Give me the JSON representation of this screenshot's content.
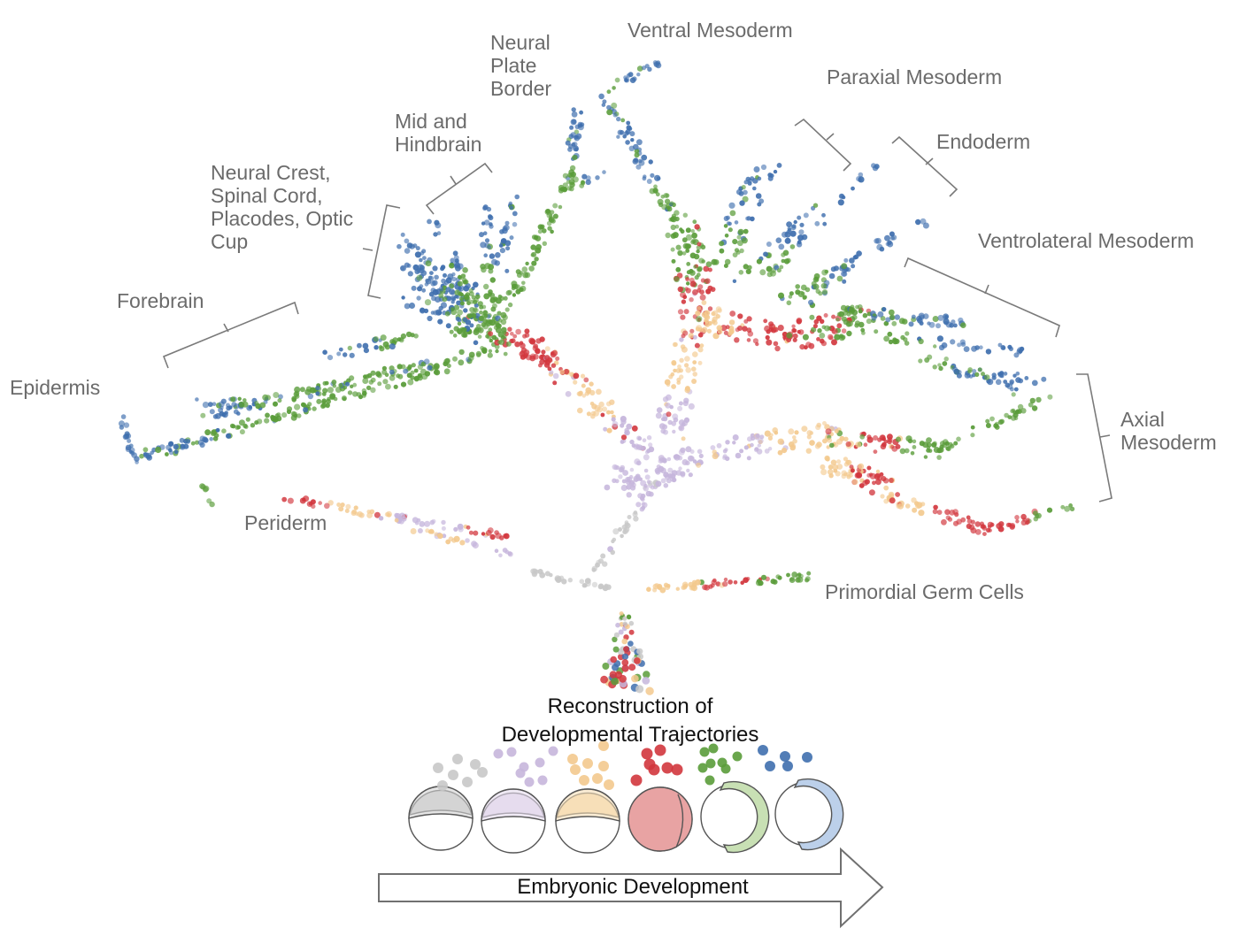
{
  "labels": {
    "ventral_mesoderm": "Ventral Mesoderm",
    "neural_plate_border": "Neural\nPlate\nBorder",
    "paraxial_mesoderm": "Paraxial Mesoderm",
    "mid_hindbrain": "Mid and\nHindbrain",
    "endoderm": "Endoderm",
    "neural_crest": "Neural Crest,\nSpinal Cord,\nPlacodes, Optic\nCup",
    "ventrolateral_mesoderm": "Ventrolateral Mesoderm",
    "forebrain": "Forebrain",
    "epidermis": "Epidermis",
    "axial_mesoderm": "Axial\nMesoderm",
    "periderm": "Periderm",
    "primordial_germ_cells": "Primordial Germ Cells",
    "reconstruction": "Reconstruction of\nDevelopmental Trajectories",
    "embryonic_development": "Embryonic Development"
  },
  "colors": {
    "stage1_gray": "#c8c8c8",
    "stage2_lavender": "#c6b6dc",
    "stage3_peach": "#f3c98e",
    "stage4_red": "#d2363d",
    "stage5_green": "#5a9c3a",
    "stage6_blue": "#3f6fae",
    "label_gray": "#6b6b6b",
    "bracket_gray": "#7a7a7a"
  }
}
